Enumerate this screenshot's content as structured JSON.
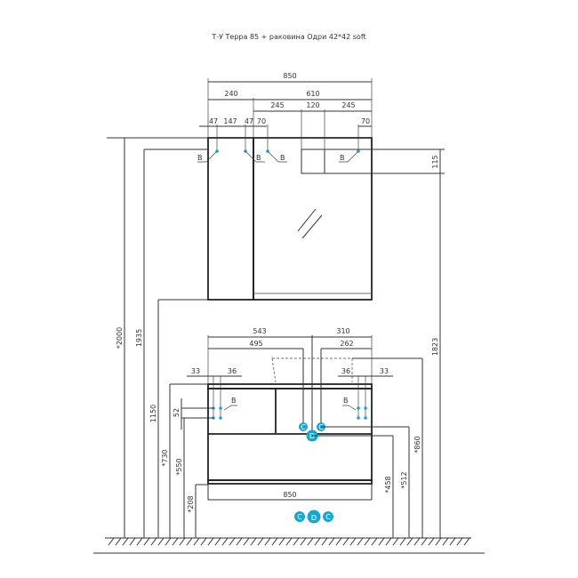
{
  "title": "Т-У Терра 85 + раковина Одри 42*42 soft",
  "mirror_dims": {
    "total_width": "850",
    "left_cabinet": "240",
    "mirror": "610",
    "seg_left": "245",
    "seg_mid": "120",
    "seg_right": "245",
    "h1": "47",
    "h2": "147",
    "h3": "47",
    "h4": "70",
    "h5": "70",
    "height_115": "115"
  },
  "height_dims": {
    "h2000": "*2000",
    "h1935": "1935",
    "h1150": "1150",
    "h1823": "1823",
    "h730": "*730",
    "h550": "*550",
    "h52": "52",
    "h208": "*208",
    "h458": "*458",
    "h512": "*512",
    "h860": "*860"
  },
  "vanity_dims": {
    "d543": "543",
    "d310": "310",
    "d495": "495",
    "d262": "262",
    "d33l": "33",
    "d36l": "36",
    "d36r": "36",
    "d33r": "33",
    "bottom_width": "850"
  },
  "markers": {
    "b": "B",
    "c": "C",
    "d": "D"
  },
  "colors": {
    "marker": "#1aa6cc",
    "line": "#333333"
  }
}
